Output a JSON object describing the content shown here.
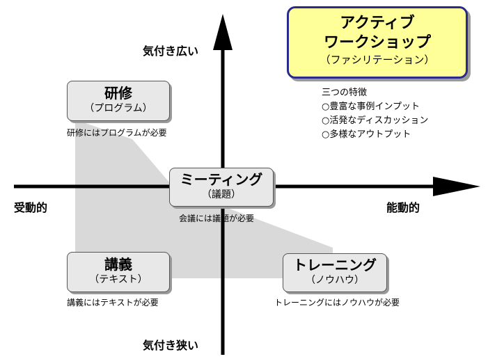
{
  "axes": {
    "top": "気付き広い",
    "bottom": "気付き狭い",
    "left": "受動的",
    "right": "能動的"
  },
  "highlight": {
    "line1": "アクティブ",
    "line2": "ワークショップ",
    "line3": "（ファシリテーション）"
  },
  "features": {
    "title": "三つの特徴",
    "items": [
      "○豊富な事例インプット",
      "○活発なディスカッション",
      "○多様なアウトプット"
    ]
  },
  "nodes": {
    "kenshu": {
      "title": "研修",
      "sub": "（プログラム）",
      "caption": "研修にはプログラムが必要"
    },
    "meeting": {
      "title": "ミーティング",
      "sub": "（議題）",
      "caption": "会議には議題が必要"
    },
    "kogi": {
      "title": "講義",
      "sub": "（テキスト）",
      "caption": "講義にはテキストが必要"
    },
    "training": {
      "title": "トレーニング",
      "sub": "（ノウハウ）",
      "caption": "トレーニングにはノウハウが必要"
    }
  },
  "colors": {
    "region": "#d9d9d9",
    "highlight_fill": "#ffff99",
    "highlight_border": "#2a2a8a"
  }
}
